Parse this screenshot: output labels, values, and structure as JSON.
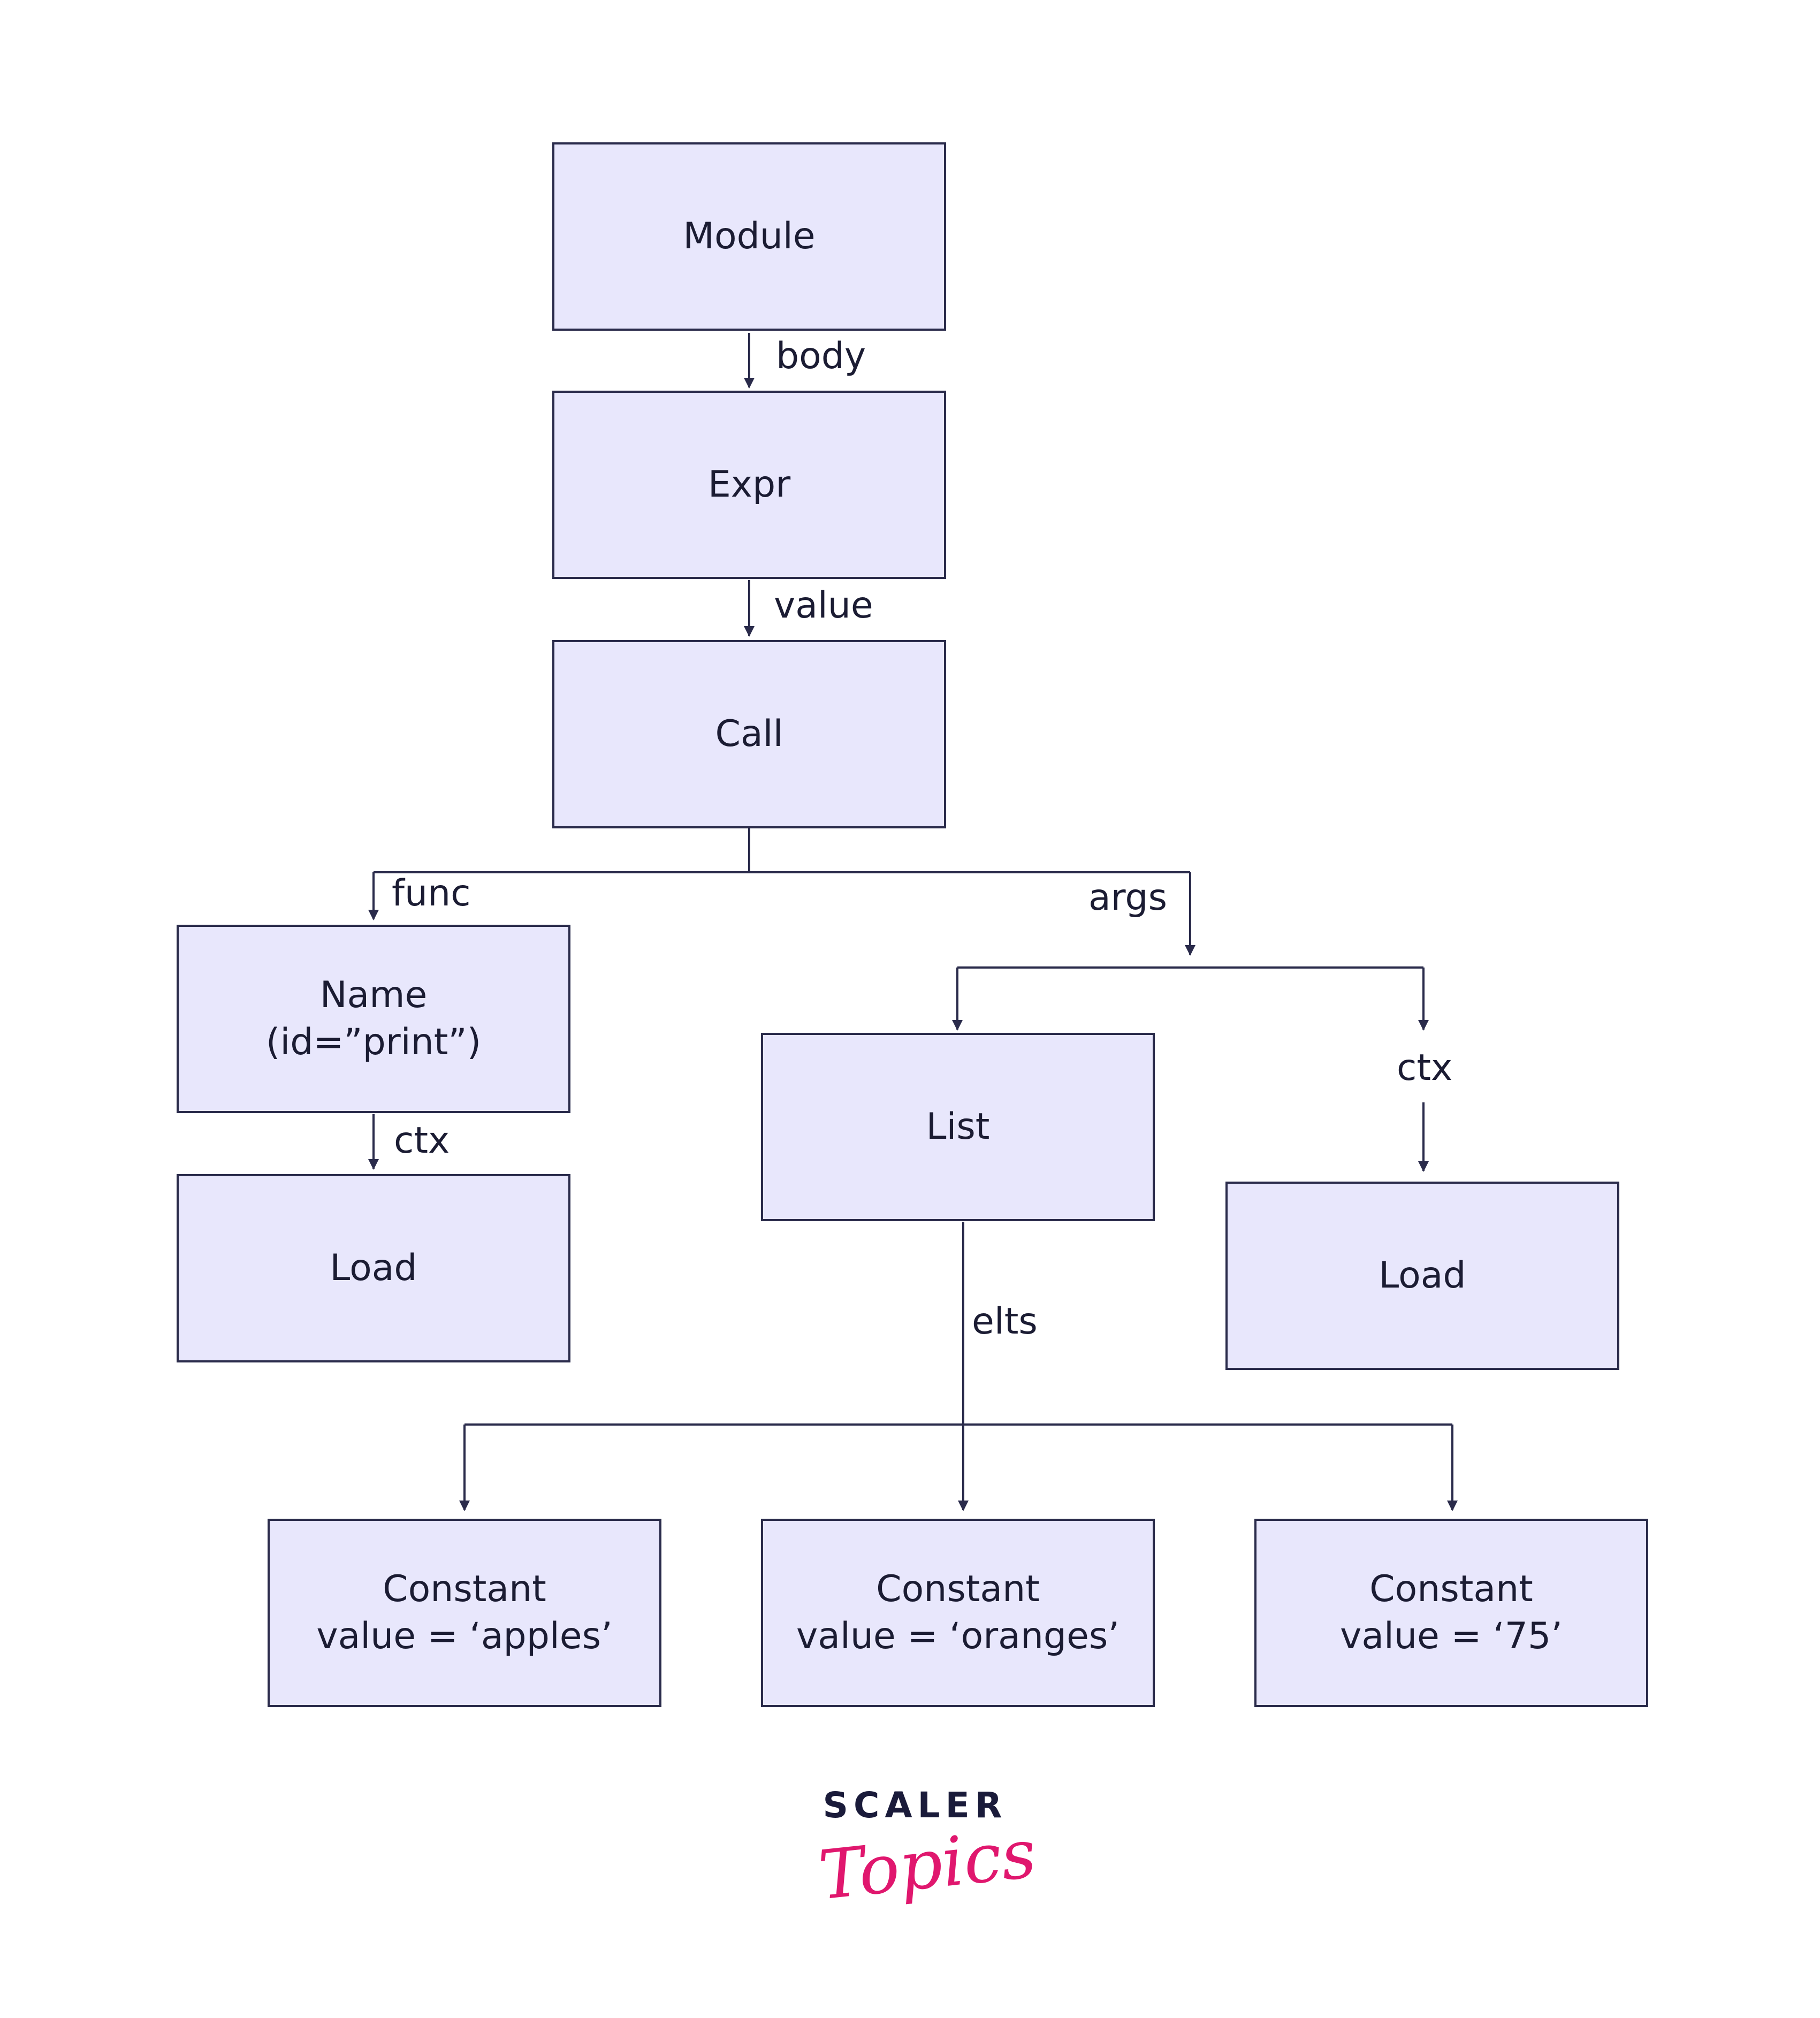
{
  "nodes": {
    "module": "Module",
    "expr": "Expr",
    "call": "Call",
    "name": {
      "line1": "Name",
      "line2": "(id=”print”)"
    },
    "load_left": "Load",
    "list": "List",
    "load_right": "Load",
    "const1": {
      "line1": "Constant",
      "line2": "value = ‘apples’"
    },
    "const2": {
      "line1": "Constant",
      "line2": "value = ‘oranges’"
    },
    "const3": {
      "line1": "Constant",
      "line2": "value = ‘75’"
    }
  },
  "edges": {
    "body": "body",
    "value": "value",
    "func": "func",
    "args": "args",
    "ctx_left": "ctx",
    "ctx_right": "ctx",
    "elts": "elts"
  },
  "logo": {
    "top": "SCALER",
    "bottom": "Topics"
  },
  "colors": {
    "node_fill": "#e8e7fc",
    "stroke": "#2a2b4b",
    "brand_dark": "#1a1b3a",
    "brand_pink": "#e0176e"
  }
}
